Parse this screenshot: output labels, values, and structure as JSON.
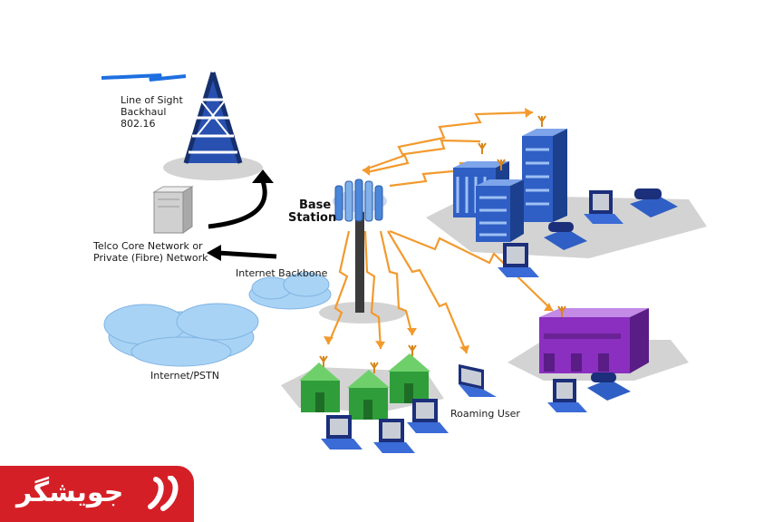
{
  "labels": {
    "los_line1": "Line of Sight",
    "los_line2": "Backhaul",
    "los_line3": "802.16",
    "base_line1": "Base",
    "base_line2": "Station",
    "telco_line1": "Telco Core Network or",
    "telco_line2": "Private (Fibre) Network",
    "internet_backbone": "Internet Backbone",
    "internet_pstn": "Internet/PSTN",
    "roaming_user": "Roaming User"
  },
  "logo": {
    "text": "جويشگر"
  },
  "colors": {
    "tower_blue": "#1d4aa8",
    "building_blue": "#2f5fc4",
    "house_green": "#2f9e3a",
    "building_purple": "#8a2fbf",
    "link_orange": "#f29a2e",
    "cloud_blue": "#a9d3f5",
    "logo_red": "#d51f26"
  }
}
